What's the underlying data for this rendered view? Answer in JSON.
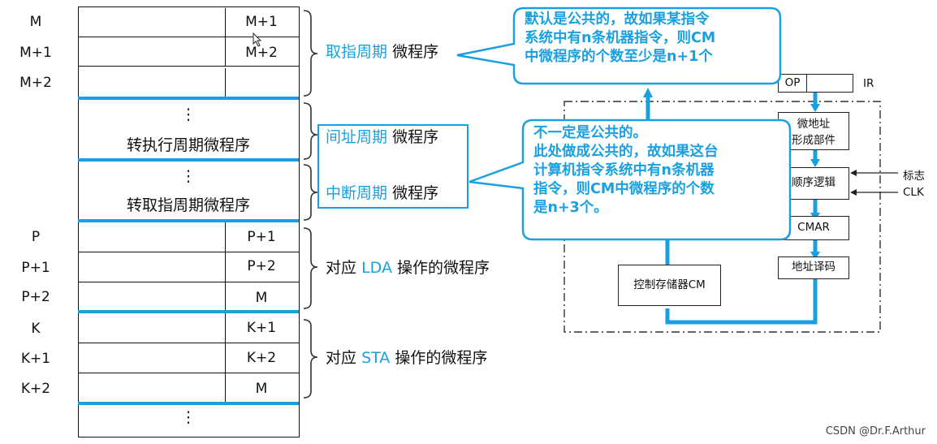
{
  "memory": {
    "rows": [
      {
        "addr": "M",
        "next": "M+1"
      },
      {
        "addr": "M+1",
        "next": "M+2"
      },
      {
        "addr": "M+2",
        "next": ""
      },
      {
        "addr": "P",
        "next": "P+1"
      },
      {
        "addr": "P+1",
        "next": "P+2"
      },
      {
        "addr": "P+2",
        "next": "M"
      },
      {
        "addr": "K",
        "next": "K+1"
      },
      {
        "addr": "K+1",
        "next": "K+2"
      },
      {
        "addr": "K+2",
        "next": "M"
      }
    ],
    "dots": "⋮",
    "group_exec": "转执行周期微程序",
    "group_fetch": "转取指周期微程序"
  },
  "labels": {
    "fetch_blue": "取指周期",
    "fetch_black": "微程序",
    "indirect_blue": "间址周期",
    "indirect_black": "微程序",
    "interrupt_blue": "中断周期",
    "interrupt_black": "微程序",
    "lda_pre": "对应",
    "lda_op": "LDA",
    "lda_post": "操作的微程序",
    "sta_pre": "对应",
    "sta_op": "STA",
    "sta_post": "操作的微程序"
  },
  "callouts": {
    "top_line1": "默认是公共的，故如果某指令",
    "top_line2": "系统中有n条机器指令，则CM",
    "top_line3": "中微程序的个数至少是n+1个",
    "mid_line1": "不一定是公共的。",
    "mid_line2": "此处做成公共的，故如果这台",
    "mid_line3": "计算机指令系统中有n条机器",
    "mid_line4": "指令，则CM中微程序的个数",
    "mid_line5": "是n+3个。"
  },
  "cu": {
    "op": "OP",
    "ir": "IR",
    "addr_gen_1": "微地址",
    "addr_gen_2": "形成部件",
    "seq_logic": "顺序逻辑",
    "flag": "标志",
    "clk": "CLK",
    "cmar": "CMAR",
    "decoder": "地址译码",
    "cm": "控制存储器CM"
  },
  "watermark": "CSDN @Dr.F.Arthur"
}
